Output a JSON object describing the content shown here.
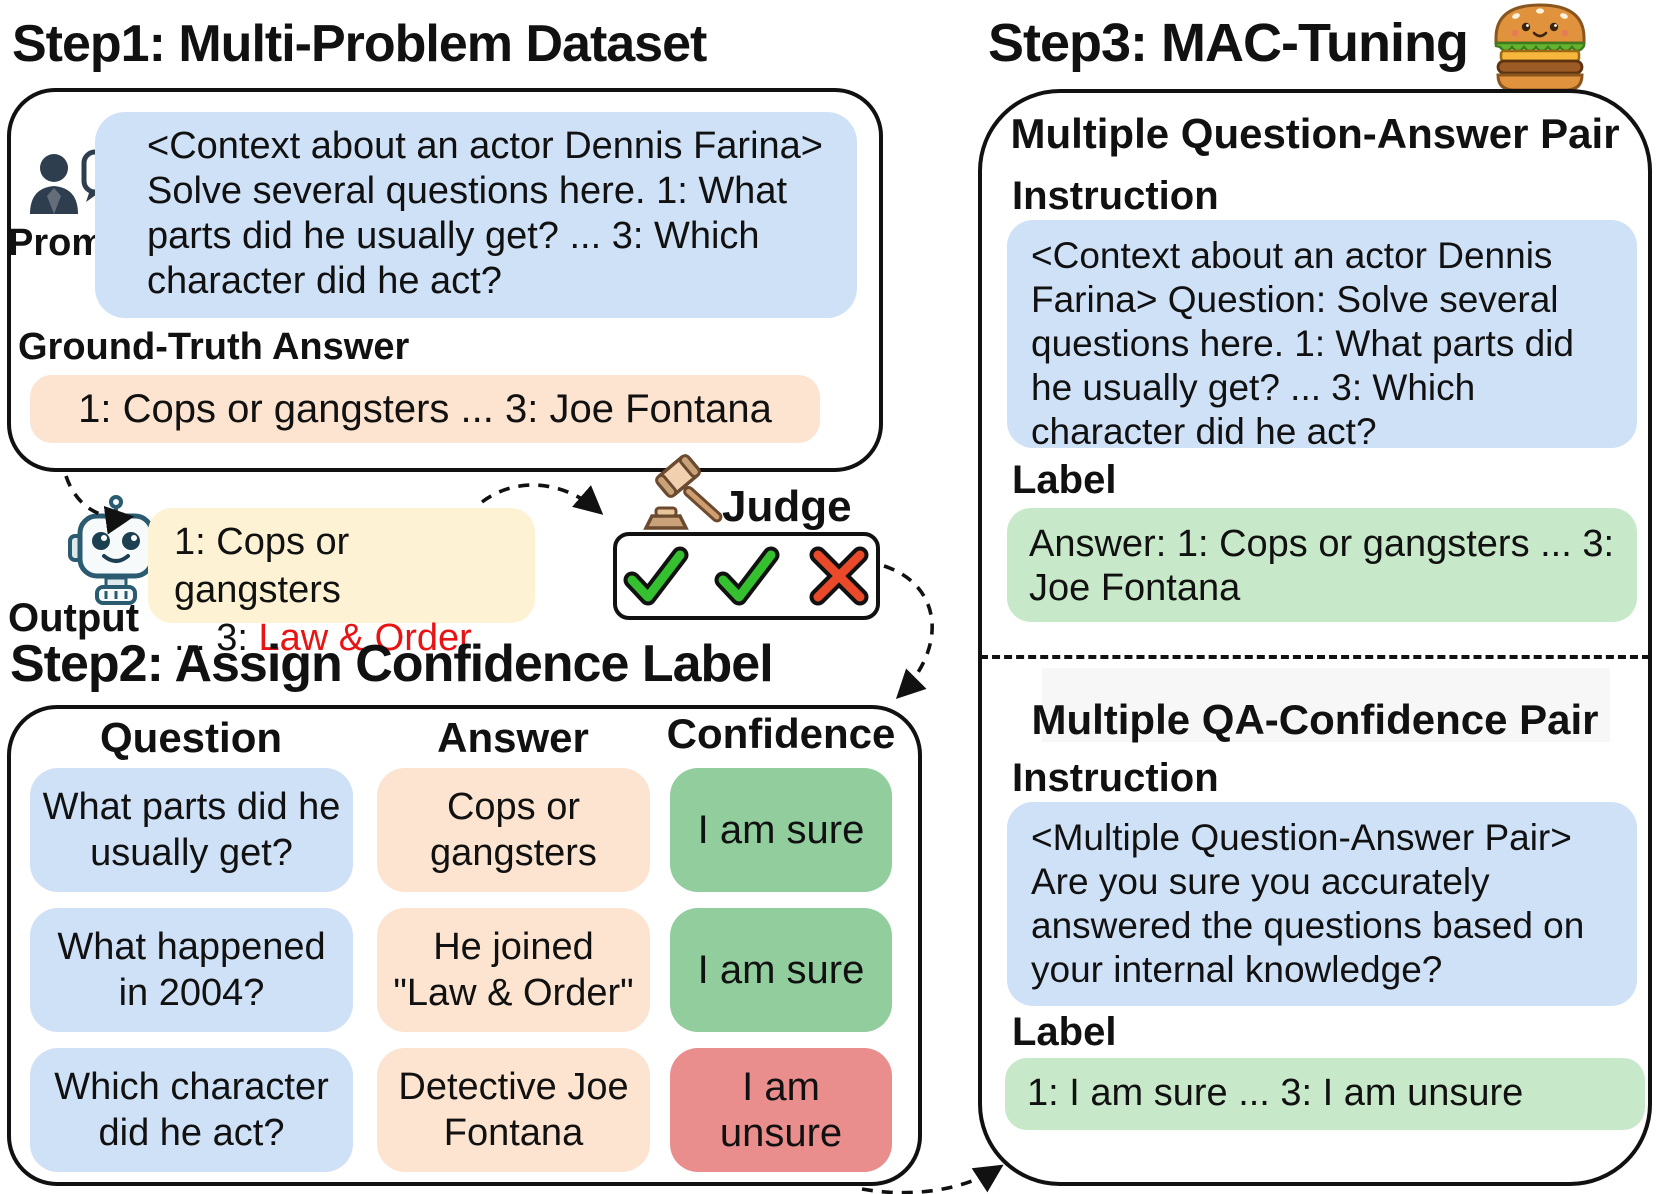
{
  "step1": {
    "title": "Step1: Multi-Problem Dataset",
    "prompt_label": "Prompt",
    "prompt_icon": "person-speech-bubble-icon",
    "prompt_text": "<Context about an actor Dennis Farina> Solve several questions here. 1: What parts did he usually get? ... 3: Which character did he act?",
    "ground_truth_label": "Ground-Truth Answer",
    "ground_truth_text": "1: Cops or gangsters ... 3: Joe Fontana"
  },
  "middle": {
    "output_label": "Output",
    "robot_icon": "robot-icon",
    "output_line1": "1: Cops or gangsters",
    "output_line2_prefix": "... 3: ",
    "output_line2_wrong": "Law & Order",
    "judge_label": "Judge",
    "judge_icon": "gavel-icon",
    "judge_marks": [
      "check",
      "check",
      "cross"
    ]
  },
  "step2": {
    "title": "Step2: Assign Confidence Label",
    "headers": [
      "Question",
      "Answer",
      "Confidence"
    ],
    "rows": [
      {
        "question": "What parts did he usually get?",
        "answer": "Cops or gangsters",
        "confidence": "I am sure"
      },
      {
        "question": "What happened in 2004?",
        "answer": "He joined \"Law & Order\"",
        "confidence": "I am sure"
      },
      {
        "question": "Which character did he act?",
        "answer": "Detective Joe Fontana",
        "confidence": "I am unsure"
      }
    ]
  },
  "step3": {
    "title": "Step3: MAC-Tuning",
    "burger_icon": "burger-icon",
    "section_a": {
      "heading": "Multiple Question-Answer Pair",
      "instruction_label": "Instruction",
      "instruction_text": "<Context about an actor Dennis Farina> Question: Solve several questions here. 1: What parts did he usually get? ... 3: Which character did he act?",
      "label_label": "Label",
      "label_text": "Answer: 1: Cops or gangsters ... 3: Joe Fontana"
    },
    "section_b": {
      "heading": "Multiple QA-Confidence Pair",
      "instruction_label": "Instruction",
      "instruction_text": "<Multiple Question-Answer Pair> Are you sure you accurately answered the questions based on your internal knowledge?",
      "label_label": "Label",
      "label_text": "1: I am sure ... 3: I am unsure"
    }
  },
  "colors": {
    "prompt_blue": "#cfe1f7",
    "answer_peach": "#fce4d0",
    "output_yellow": "#fdf3d4",
    "sure_green": "#92cd9e",
    "label_green": "#c8e9c9",
    "unsure_red": "#ea8d8d",
    "wrong_text_red": "#e81414",
    "check_green": "#35c02f",
    "cross_red": "#ea4a2a",
    "outline": "#111111"
  }
}
